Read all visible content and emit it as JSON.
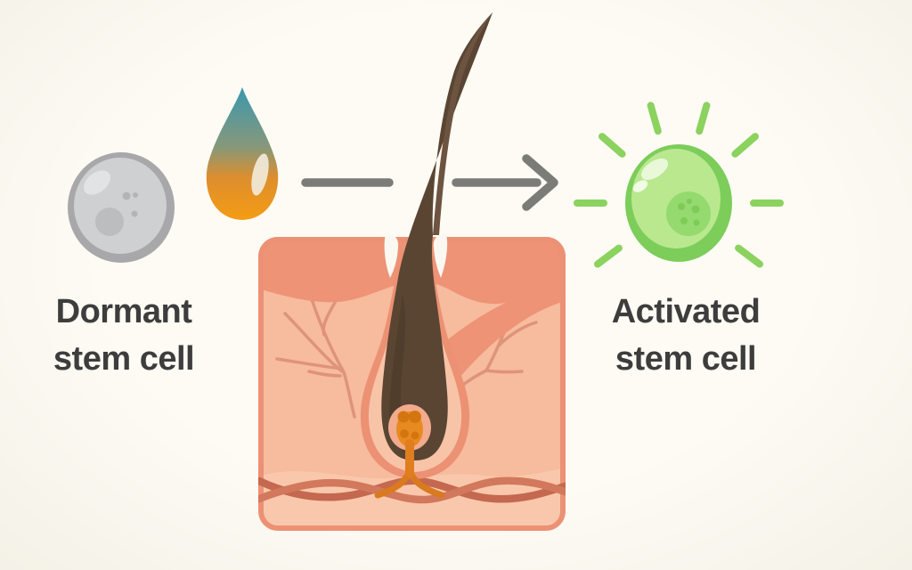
{
  "diagram": {
    "background_color": "#f9f7f0",
    "text_color": "#3d3d3d",
    "dormant_label": {
      "line1": "Dormant",
      "line2": "stem cell"
    },
    "activated_label": {
      "line1": "Activated",
      "line2": "stem cell"
    },
    "icons": {
      "dormant_cell": {
        "name": "dormant-stem-cell-icon",
        "fill": "#cfd0d2",
        "ring": "#a8a8aa"
      },
      "droplet": {
        "name": "serum-droplet-icon",
        "top_color": "#3a98b0",
        "bottom_color": "#f49c14"
      },
      "arrow": {
        "name": "arrow-right-icon",
        "color": "#7b7b78"
      },
      "follicle": {
        "name": "hair-follicle-skin-illustration",
        "skin": "#f7bb9e",
        "epidermis": "#ee9376",
        "subcutis": "#f9c8ac",
        "hair": "#5a4533",
        "papilla": "#e78a20",
        "vessel": "#c4684f"
      },
      "activated_cell": {
        "name": "activated-stem-cell-icon",
        "fill": "#b9e88f",
        "ring": "#7ccd5a",
        "rays": "#8bd25f"
      }
    }
  }
}
